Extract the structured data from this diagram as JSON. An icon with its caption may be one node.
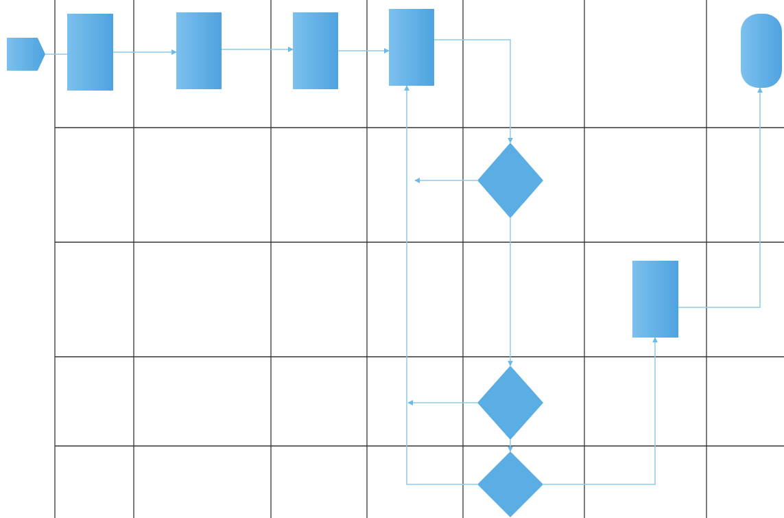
{
  "diagram": {
    "nodes": [
      {
        "text": [],
        "shape": "pentagon"
      },
      {
        "text": [],
        "shape": "box"
      },
      {
        "text": [],
        "shape": "box"
      },
      {
        "text": [],
        "shape": "box"
      },
      {
        "text": [],
        "shape": "box"
      },
      {
        "text": [],
        "shape": "capsule"
      },
      {
        "text": [],
        "shape": "diamond"
      },
      {
        "text": [],
        "shape": "box"
      },
      {
        "text": [],
        "shape": "diamond"
      },
      {
        "text": [],
        "shape": "diamond"
      }
    ],
    "edges": [
      {
        "from": 0,
        "to": 1,
        "arrow": "none"
      },
      {
        "from": 1,
        "to": 2,
        "arrow": "to"
      },
      {
        "from": 2,
        "to": 3,
        "arrow": "to"
      },
      {
        "from": 3,
        "to": 4,
        "arrow": "to"
      },
      {
        "from": 4,
        "to": 6,
        "arrow": "to"
      },
      {
        "from": 6,
        "to": null,
        "arrow": "to"
      },
      {
        "from": 6,
        "to": 8,
        "arrow": "to"
      },
      {
        "from": 8,
        "to": null,
        "arrow": "to"
      },
      {
        "from": 8,
        "to": 9,
        "arrow": "to"
      },
      {
        "from": 9,
        "to": 4,
        "arrow": "to"
      },
      {
        "from": 9,
        "to": 7,
        "arrow": "to"
      },
      {
        "from": 7,
        "to": 5,
        "arrow": "to"
      }
    ]
  }
}
